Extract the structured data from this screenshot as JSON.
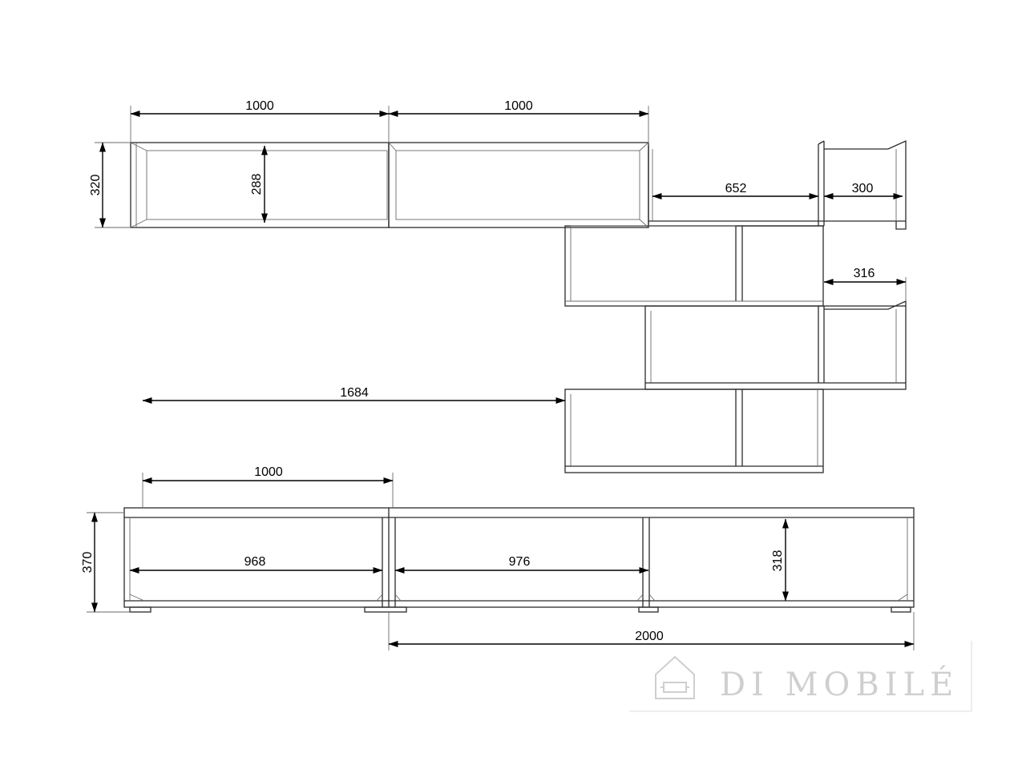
{
  "dimensions": {
    "top_shelf_left_width": "1000",
    "top_shelf_mid_width": "1000",
    "top_shelf_height": "320",
    "top_shelf_inner_height": "288",
    "top_right_section_width": "652",
    "top_right_end_width": "300",
    "end_shelf_width": "316",
    "wall_unit_offset": "1684",
    "tv_left_section_width": "1000",
    "tv_unit_height": "370",
    "tv_left_inner_width": "968",
    "tv_mid_inner_width": "976",
    "tv_inner_height": "318",
    "tv_right_total_width": "2000"
  },
  "watermark": {
    "brand_text": "DI MOBILÉ",
    "logo_icon": "house-sofa-logo-icon",
    "color": "#cfcfcf"
  },
  "colors": {
    "line": "#2b2b2b",
    "dimension": "#000000"
  }
}
